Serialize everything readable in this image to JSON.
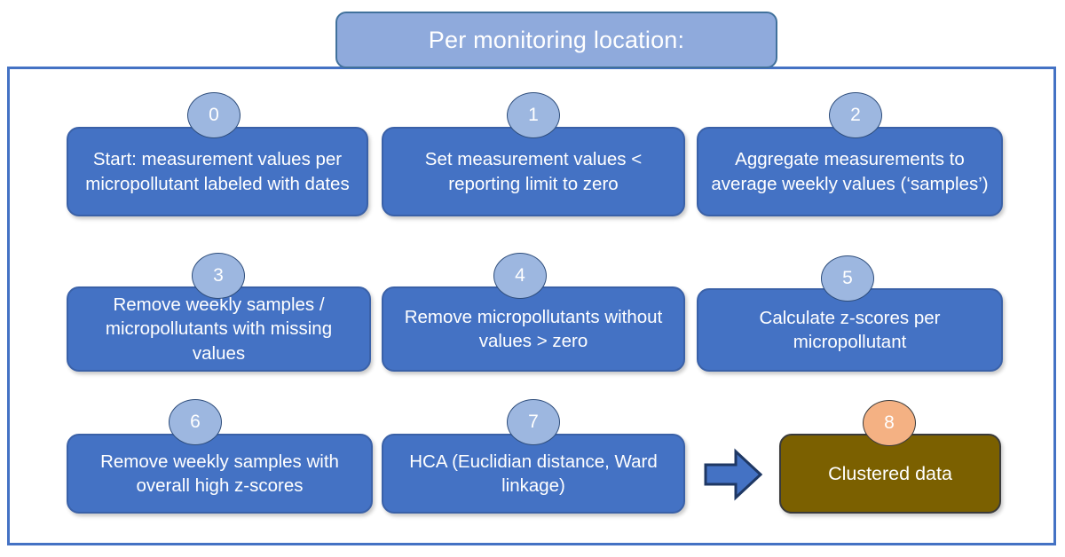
{
  "title": {
    "label": "Per monitoring location:"
  },
  "colors": {
    "frame_border": "#4472C4",
    "title_fill": "#8FAADC",
    "title_border": "#41719C",
    "node_blue_fill": "#4472C4",
    "node_blue_border": "#3A61A8",
    "node_olive_fill": "#7B6000",
    "node_olive_border": "#3A3A3A",
    "badge_blue_fill": "#9DB7E0",
    "badge_peach_fill": "#F4B183",
    "arrow_fill": "#4472C4",
    "arrow_border": "#1F3864",
    "text": "#FFFFFF"
  },
  "steps": [
    {
      "number": "0",
      "label": "Start: measurement values per micropollutant labeled with dates",
      "kind": "blue"
    },
    {
      "number": "1",
      "label": "Set measurement values < reporting limit to zero",
      "kind": "blue"
    },
    {
      "number": "2",
      "label": "Aggregate measurements to average weekly values (‘samples’)",
      "kind": "blue"
    },
    {
      "number": "3",
      "label": "Remove weekly samples / micropollutants with missing values",
      "kind": "blue"
    },
    {
      "number": "4",
      "label": "Remove micropollutants without values > zero",
      "kind": "blue"
    },
    {
      "number": "5",
      "label": "Calculate z-scores per micropollutant",
      "kind": "blue"
    },
    {
      "number": "6",
      "label": "Remove weekly samples with overall high z-scores",
      "kind": "blue"
    },
    {
      "number": "7",
      "label": "HCA (Euclidian distance, Ward linkage)",
      "kind": "blue"
    },
    {
      "number": "8",
      "label": "Clustered data",
      "kind": "olive"
    }
  ],
  "arrow": {
    "name": "flow-arrow-right"
  }
}
